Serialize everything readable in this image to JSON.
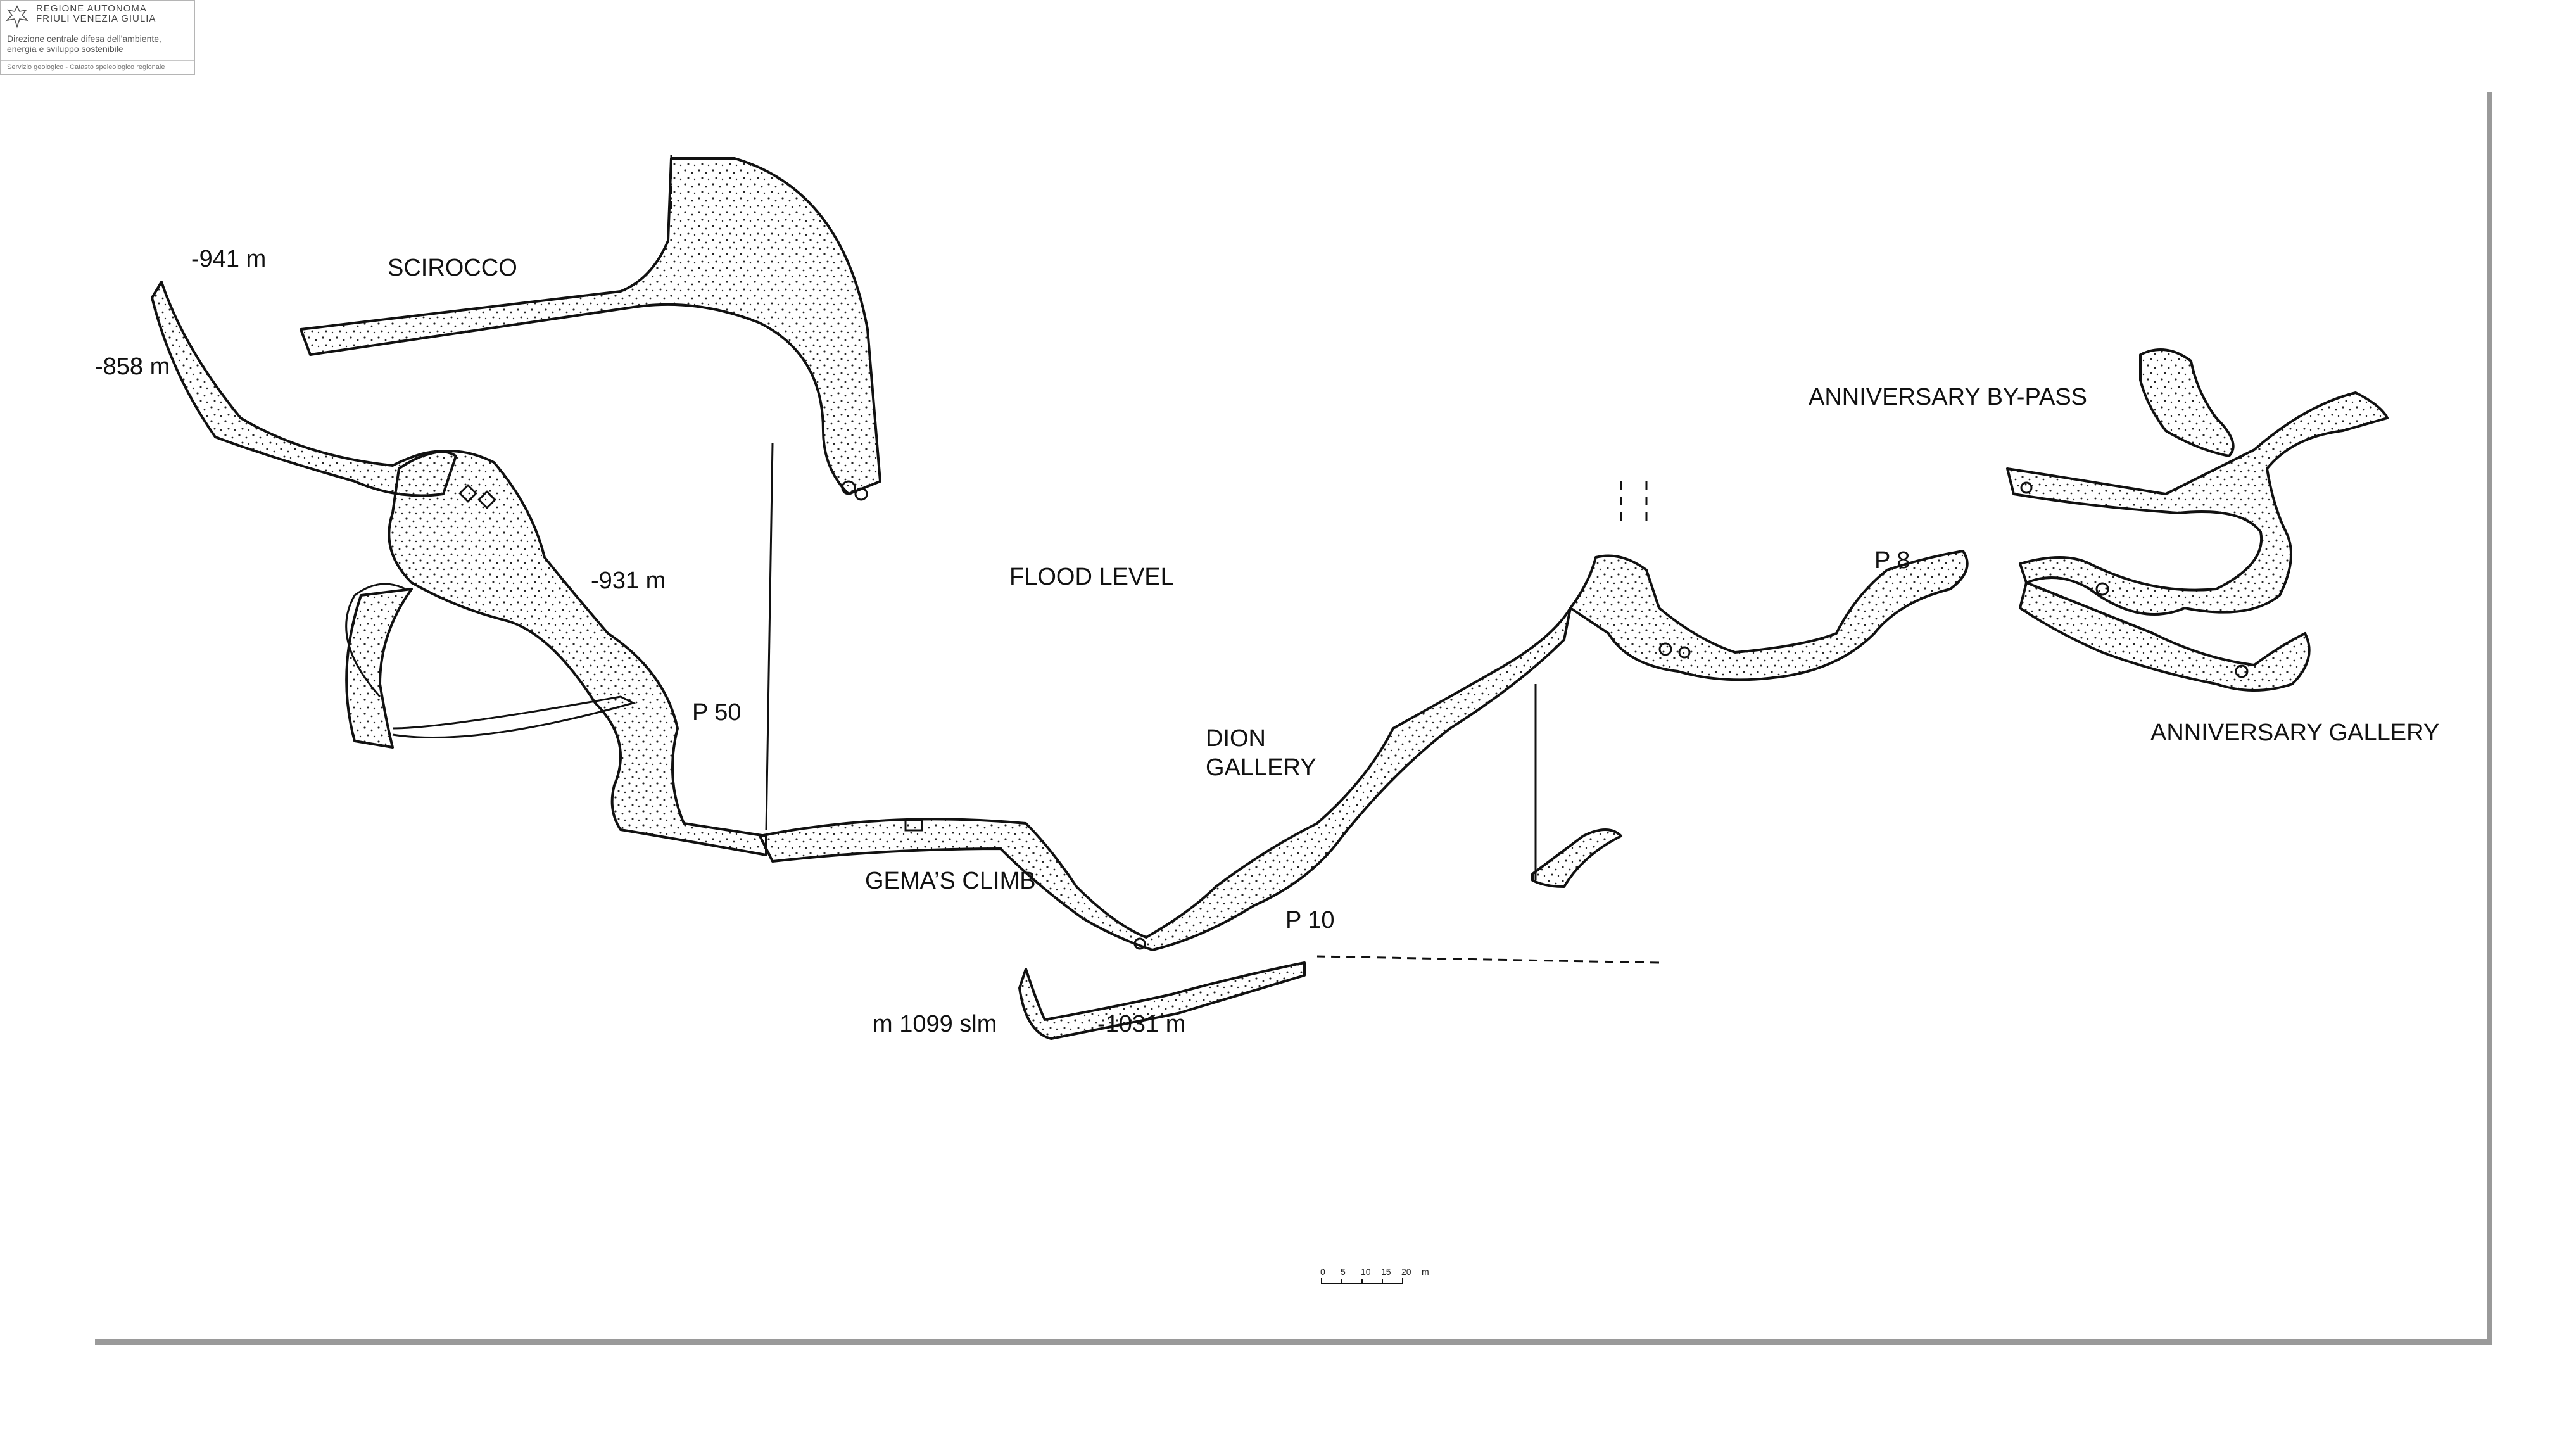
{
  "header": {
    "region_line1": "REGIONE AUTONOMA",
    "region_line2": "FRIULI VENEZIA GIULIA",
    "directorate_line1": "Direzione centrale difesa dell'ambiente,",
    "directorate_line2": "energia e sviluppo sostenibile",
    "service": "Servizio geologico - Catasto speleologico regionale",
    "logo_icon": "eagle-emblem-icon"
  },
  "labels": {
    "depth_941": "-941 m",
    "scirocco": "SCIROCCO",
    "depth_858": "-858 m",
    "depth_931": "-931 m",
    "p50": "P 50",
    "flood_level": "FLOOD LEVEL",
    "dion_gallery_1": "DION",
    "dion_gallery_2": "GALLERY",
    "gemas_climb": "GEMA’S CLIMB",
    "p10": "P 10",
    "altitude": "m 1099 slm",
    "depth_1031": "-1031 m",
    "p8": "P 8",
    "anniversary_bypass": "ANNIVERSARY BY-PASS",
    "anniversary_gallery": "ANNIVERSARY GALLERY"
  },
  "scale_bar": {
    "ticks": [
      "0",
      "5",
      "10",
      "15",
      "20"
    ],
    "unit": "m"
  },
  "colors": {
    "ink": "#111111",
    "frame_shadow": "#9a9a9a"
  }
}
